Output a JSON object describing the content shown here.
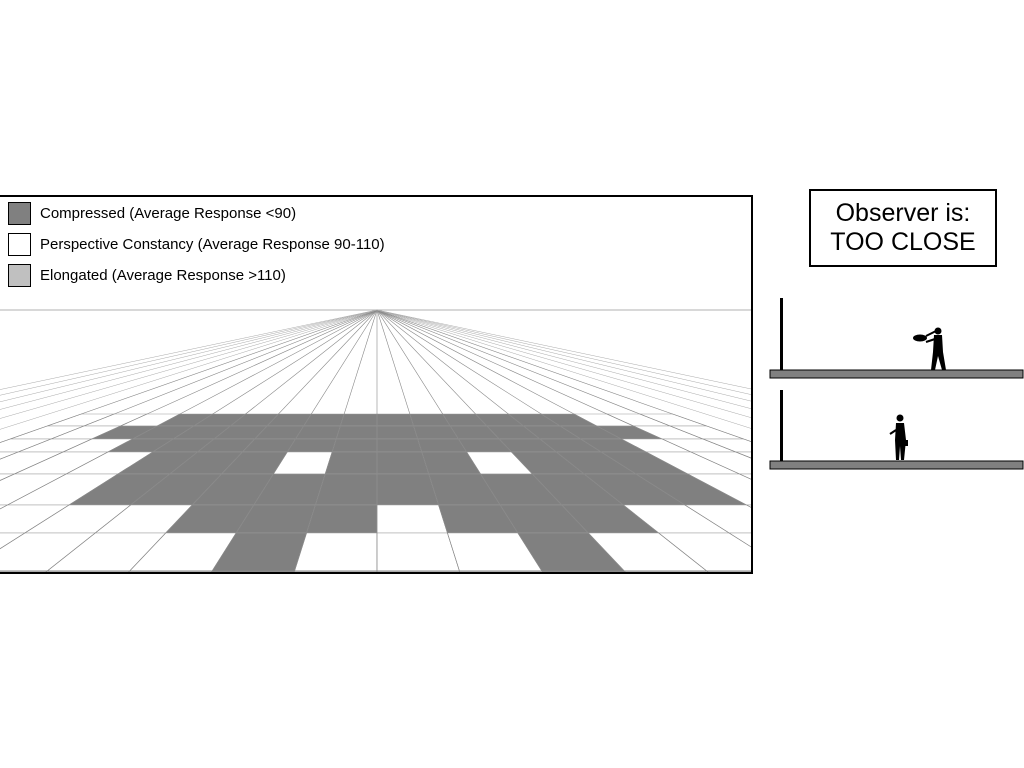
{
  "legend": {
    "items": [
      {
        "label": "Compressed (Average Response <90)",
        "color": "#808080"
      },
      {
        "label": "Perspective Constancy (Average Response 90-110)",
        "color": "#ffffff"
      },
      {
        "label": "Elongated (Average Response >110)",
        "color": "#c0c0c0"
      }
    ]
  },
  "status": {
    "line1": "Observer is:",
    "line2": "TOO CLOSE"
  },
  "grid": {
    "columns": 18,
    "rows": 7,
    "colors": {
      "compressed": "#808080",
      "constancy": "#ffffff",
      "line": "#999999"
    },
    "cells": [
      "...CCCCCCCCCCCC...",
      "..CCCCCCCCCCCCCC..",
      "...CCCCCCCCCCCC...",
      "....CCC.CCC.CCC...",
      "....CCCCCCCCCCC...",
      "......CCC.CCC.....",
      ".......C...C......"
    ]
  }
}
